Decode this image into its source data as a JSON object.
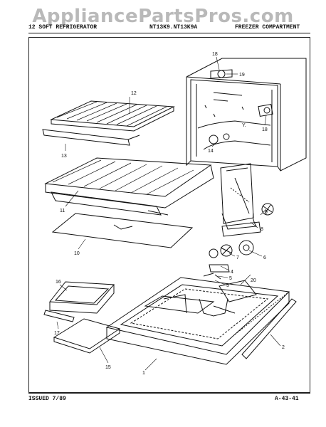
{
  "watermark": "AppliancePartsPros.com",
  "header": {
    "left": "12 SOFT REFRIGERATOR",
    "model": "NT13K9.NT13K9A",
    "section": "FREEZER COMPARTMENT"
  },
  "part_labels": {
    "p1": "1",
    "p2": "2",
    "p3": "3",
    "p4": "4",
    "p5": "5",
    "p6": "6",
    "p7": "7",
    "p8": "8",
    "p9": "9",
    "p10": "10",
    "p11": "11",
    "p12": "12",
    "p13": "13",
    "p14": "14",
    "p15": "15",
    "p16": "16",
    "p17": "17",
    "p18a": "18",
    "p18b": "18",
    "p19": "19",
    "p20": "20"
  },
  "cabinet_marking": "Y.",
  "footer": {
    "issued": "ISSUED 7/89",
    "page": "A-43-41"
  }
}
